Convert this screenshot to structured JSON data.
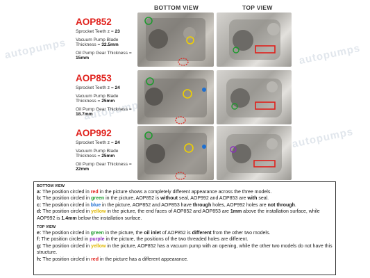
{
  "headers": {
    "bottom_view": "BOTTOM VIEW",
    "top_view": "TOP VIEW"
  },
  "watermark": "autopumps",
  "models": [
    {
      "name": "AOP852",
      "sprocket": "Sprocket Teeth z = ",
      "sprocket_val": "23",
      "vacuum": "Vacuum Pump Blade Thickness = ",
      "vacuum_val": "32.5mm",
      "gear": "Oil Pump Gear Thickness = ",
      "gear_val": "15mm"
    },
    {
      "name": "AOP853",
      "sprocket": "Sprocket Teeth z = ",
      "sprocket_val": "24",
      "vacuum": "Vacuum Pump Blade Thickness = ",
      "vacuum_val": "25mm",
      "gear": "Oil Pump Gear Thickness = ",
      "gear_val": "18.7mm"
    },
    {
      "name": "AOP992",
      "sprocket": "Sprocket Teeth z = ",
      "sprocket_val": "24",
      "vacuum": "Vacuum Pump Blade Thickness = ",
      "vacuum_val": "25mm",
      "gear": "Oil Pump Gear Thickness = ",
      "gear_val": "22mm"
    }
  ],
  "notes": {
    "bottom_head": "BOTTOM VIEW",
    "top_head": "TOP VIEW",
    "a": {
      "k": "a:",
      "t1": " The position circled in ",
      "c": "red",
      "t2": " in the picture shows a completely different appearance across the three models."
    },
    "b": {
      "k": "b:",
      "t1": " The position circled in ",
      "c": "green",
      "t2": " in the picture, AOP852 is ",
      "w1": "without",
      "t3": " seal, AOP992 and AOP853 are ",
      "w2": "with",
      "t4": " seal."
    },
    "c": {
      "k": "c:",
      "t1": " The position circled in ",
      "c": "blue",
      "t2": " in the picture, AOP852 and AOP853 have ",
      "w1": "through",
      "t3": " holes, AOP992 holes are ",
      "w2": "not through",
      "t4": "."
    },
    "d": {
      "k": "d:",
      "t1": " The position circled in ",
      "c": "yellow",
      "t2": " in the picture, the end faces of AOP852 and AOP853 are ",
      "w1": "1mm",
      "t3": " above the installation surface, while AOP992 is ",
      "w2": "1.4mm",
      "t4": " below the installation surface."
    },
    "e": {
      "k": "e:",
      "t1": " The position circled in ",
      "c": "green",
      "t2": " in the picture, the ",
      "w1": "oil inlet",
      "t3": " of AOP852 is ",
      "w2": "different",
      "t4": " from the other two models."
    },
    "f": {
      "k": "f:",
      "t1": " The position circled in ",
      "c": "purple",
      "t2": " in the picture, the positions of the two threaded holes are different."
    },
    "g": {
      "k": "g:",
      "t1": " The position circled in ",
      "c": "yellow",
      "t2": " in the picture, AOP852 has a vacuum pump with an opening, while the other two models do not have this structure."
    },
    "h": {
      "k": "h:",
      "t1": " The position circled in ",
      "c": "red",
      "t2": " in the picture has a different appearance."
    }
  }
}
